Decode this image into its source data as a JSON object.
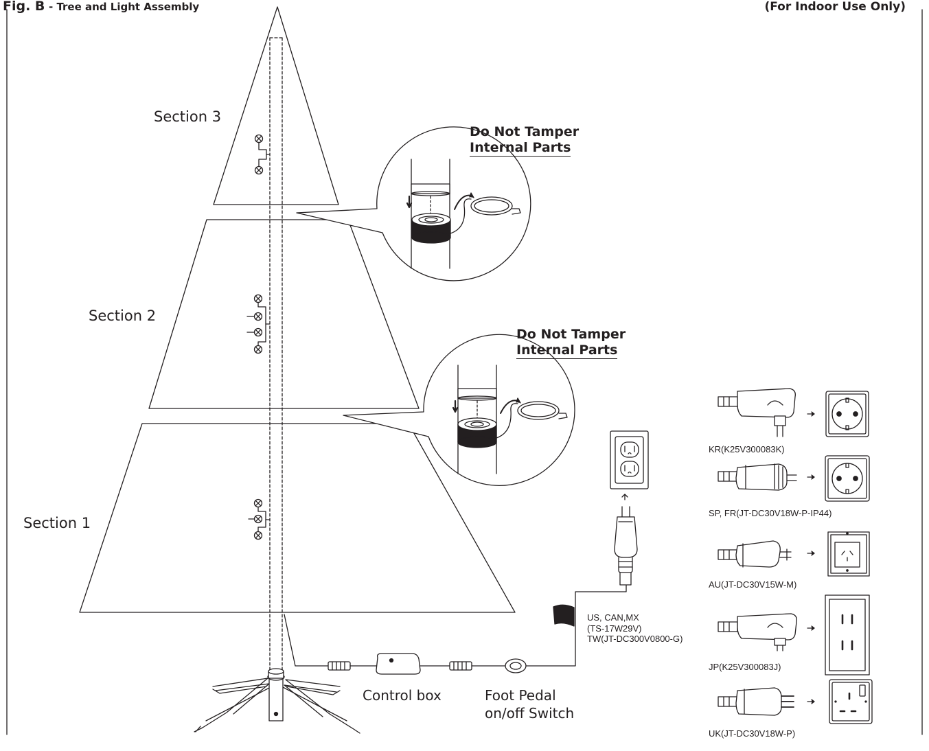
{
  "header": {
    "figure": "Fig. B",
    "title": "- Tree and Light Assembly",
    "note": "(For Indoor Use Only)"
  },
  "tree": {
    "section_3": "Section 3",
    "section_2": "Section 2",
    "section_1": "Section 1"
  },
  "warnings": [
    {
      "line1": "Do Not Tamper",
      "line2": "Internal Parts"
    },
    {
      "line1": "Do Not Tamper",
      "line2": "Internal Parts"
    }
  ],
  "components": {
    "control_box": "Control box",
    "foot_pedal_line1": "Foot Pedal",
    "foot_pedal_line2": "on/off Switch"
  },
  "adapters": {
    "us": {
      "line1": "US, CAN,MX",
      "line2": "(TS-17W29V)",
      "line3": "TW(JT-DC300V0800-G)"
    },
    "kr": "KR(K25V300083K)",
    "sp_fr": "SP, FR(JT-DC30V18W-P-IP44)",
    "au": "AU(JT-DC30V15W-M)",
    "jp": "JP(K25V300083J)",
    "uk": "UK(JT-DC30V18W-P)"
  }
}
